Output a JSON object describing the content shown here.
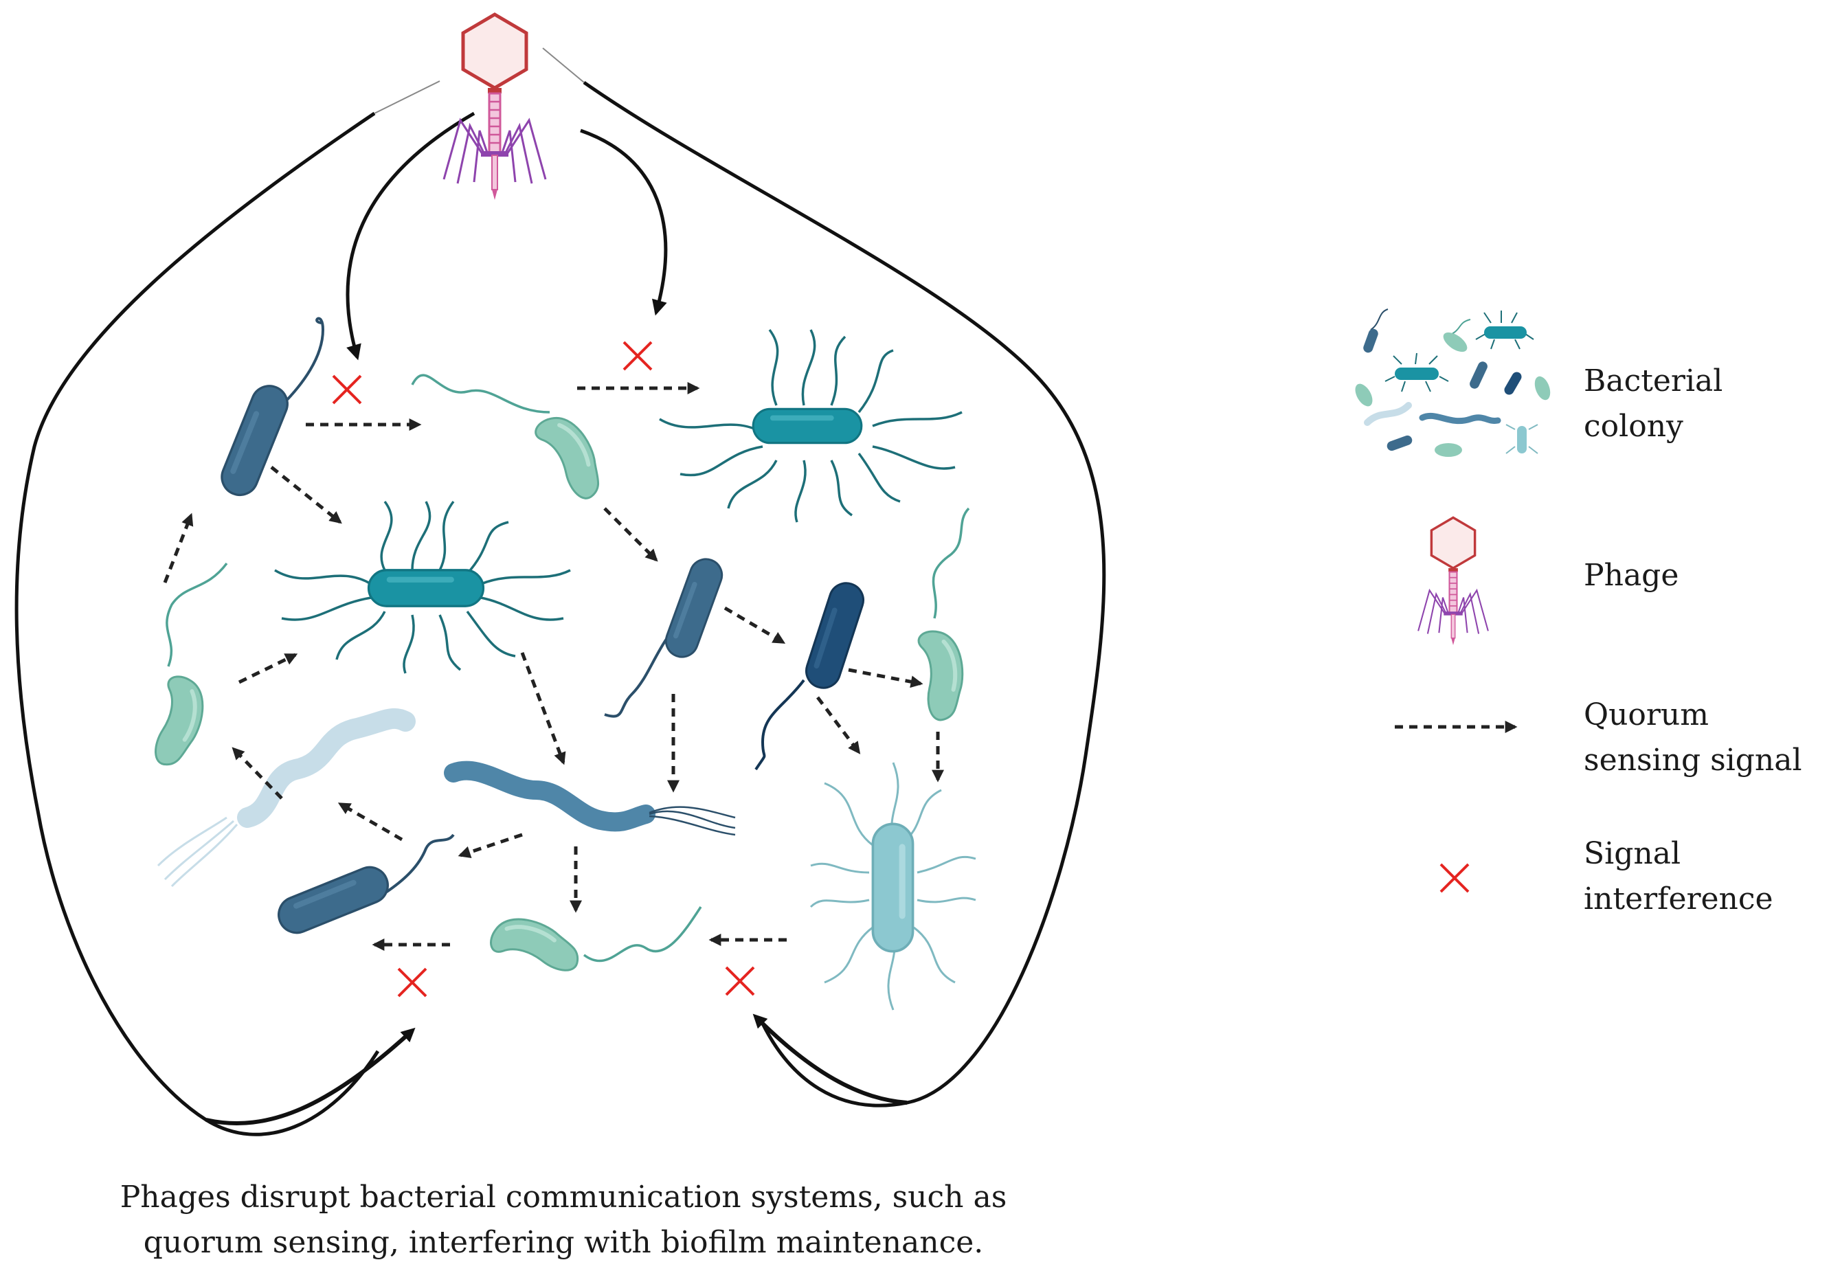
{
  "legend": {
    "colony_label": "Bacterial\ncolony",
    "phage_label": "Phage",
    "signal_label": "Quorum\nsensing signal",
    "interference_label": "Signal\ninterference"
  },
  "caption": {
    "line1": "Phages disrupt bacterial communication systems, such as",
    "line2": "quorum sensing, interfering with biofilm maintenance."
  },
  "colors": {
    "phage_capsid": "#c0393b",
    "phage_tail": "#d0589a",
    "phage_fibers": "#8e44ad",
    "interference_x": "#e52420",
    "bacterium_dark_blue": "#3d6b8c",
    "bacterium_navy": "#1f4e78",
    "bacterium_teal": "#1a93a3",
    "bacterium_mint": "#8ecbb8",
    "bacterium_light": "#c7dde8",
    "bacterium_cyan": "#8cc8d0",
    "signal_arrow": "#222222",
    "outline": "#111111"
  },
  "icons": [
    "phage-icon",
    "bacterial-colony-icon",
    "signal-arrow-icon",
    "interference-x-icon"
  ]
}
